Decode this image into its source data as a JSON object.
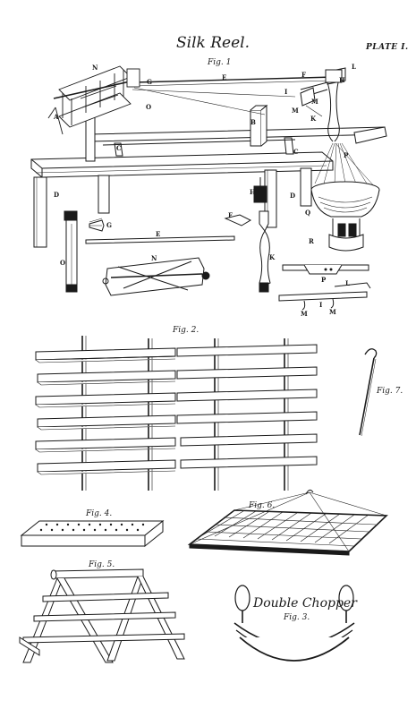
{
  "title": "Silk Reel.",
  "plate": "PLATE I.",
  "figures": {
    "fig1": "Fig. 1",
    "fig2": "Fig. 2.",
    "fig3": "Fig. 3.",
    "fig4": "Fig. 4.",
    "fig5": "Fig. 5.",
    "fig6": "Fig. 6.",
    "fig7": "Fig. 7."
  },
  "chopper_caption": "Double Chopper",
  "letters": {
    "A": "A",
    "B": "B",
    "C": "C",
    "C2": "C",
    "D": "D",
    "D2": "D",
    "E": "E",
    "E2": "E",
    "F": "F",
    "F2": "F",
    "G": "G",
    "G2": "G",
    "H": "H",
    "H2": "H",
    "I": "I",
    "I2": "I",
    "K": "K",
    "K2": "K",
    "L": "L",
    "L2": "L",
    "M": "M",
    "M2": "M",
    "M3": "M",
    "M4": "M",
    "N": "N",
    "N2": "N",
    "O": "O",
    "O2": "O",
    "P": "P",
    "P2": "P",
    "Q": "Q",
    "R": "R"
  }
}
